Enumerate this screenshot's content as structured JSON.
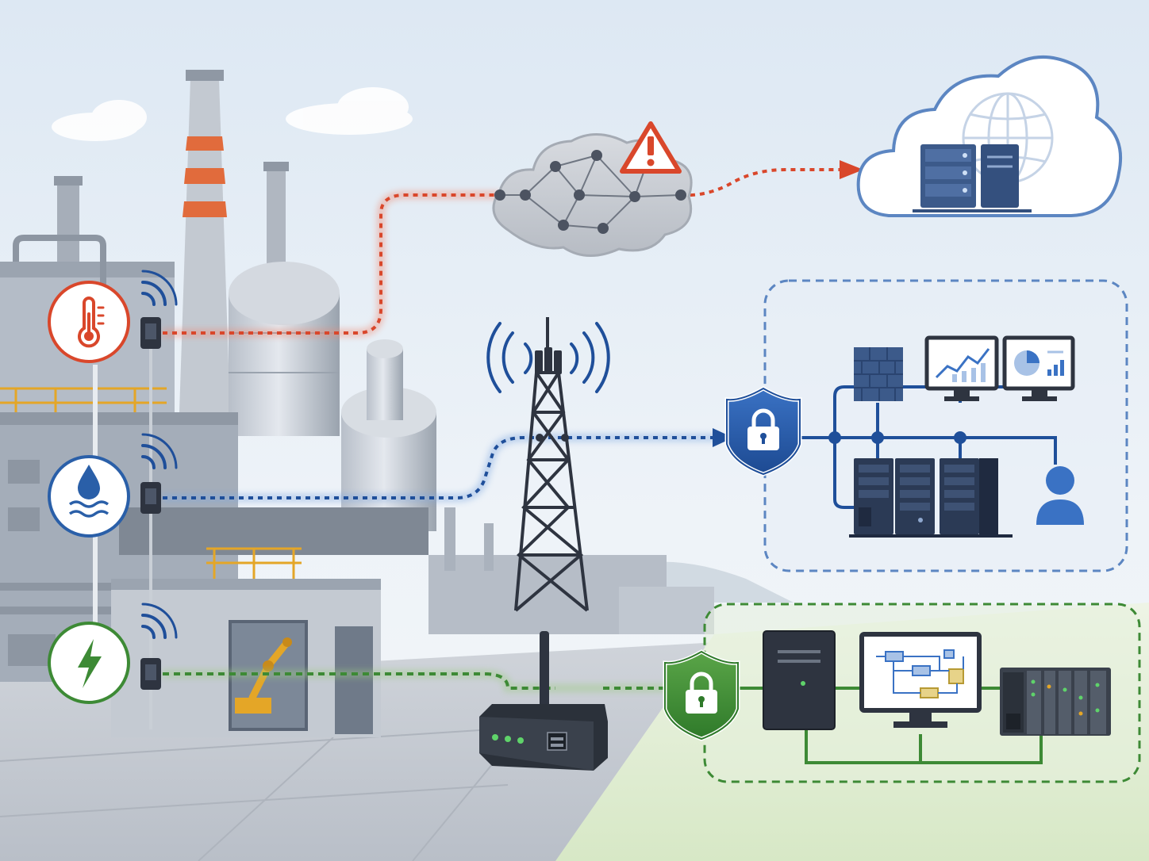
{
  "scene": {
    "sensors": [
      {
        "id": "temperature",
        "icon": "thermometer-icon",
        "color": "#d9472b"
      },
      {
        "id": "water",
        "icon": "water-drop-icon",
        "color": "#2a5fa8"
      },
      {
        "id": "power",
        "icon": "lightning-bolt-icon",
        "color": "#3d8a35"
      }
    ],
    "links": [
      {
        "id": "public-internet-path",
        "color": "#d9472b",
        "style": "dotted",
        "from": "temperature-sensor",
        "via": "public-mesh-network",
        "to": "cloud-server"
      },
      {
        "id": "cellular-path",
        "color": "#1f4f9a",
        "style": "dotted",
        "from": "water-sensor",
        "via": "cell-tower",
        "to": "enterprise-network"
      },
      {
        "id": "local-gateway-path",
        "color": "#3d8a35",
        "style": "dashed",
        "from": "power-sensor",
        "via": "iot-gateway-router",
        "to": "control-network"
      }
    ],
    "icons": [
      "warning-triangle-icon",
      "globe-icon",
      "padlock-icon",
      "shield-icon",
      "firewall-icon",
      "line-chart-icon",
      "pie-chart-icon",
      "user-icon",
      "server-rack-icon",
      "antenna-icon"
    ],
    "colors": {
      "alert": "#d9472b",
      "secure_blue": "#1f4f9a",
      "secure_green": "#3d8a35",
      "sky": "#e4edf6",
      "ground": "#c9ced6",
      "device_dark": "#2e3440"
    }
  }
}
